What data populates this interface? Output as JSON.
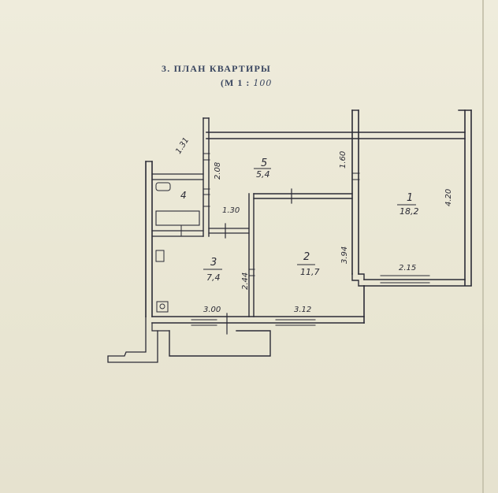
{
  "header": {
    "title": "3. ПЛАН КВАРТИРЫ",
    "scale_prefix": "(М 1 :",
    "scale_value": "100"
  },
  "rooms": [
    {
      "number": "1",
      "area": "18,2"
    },
    {
      "number": "2",
      "area": "11,7"
    },
    {
      "number": "3",
      "area": "7,4"
    },
    {
      "number": "4",
      "area": ""
    },
    {
      "number": "5",
      "area": "5,4"
    }
  ],
  "dimensions": {
    "d_1_31": "1.31",
    "d_2_08": "2.08",
    "d_1_60": "1.60",
    "d_1_30": "1.30",
    "d_4_20": "4.20",
    "d_3_94": "3.94",
    "d_2_44": "2.44",
    "d_2_15": "2.15",
    "d_3_00": "3.00",
    "d_3_12": "3.12"
  },
  "colors": {
    "paper": "#ebe8d6",
    "ink": "#2b2b36",
    "title_ink": "#3a4660"
  }
}
